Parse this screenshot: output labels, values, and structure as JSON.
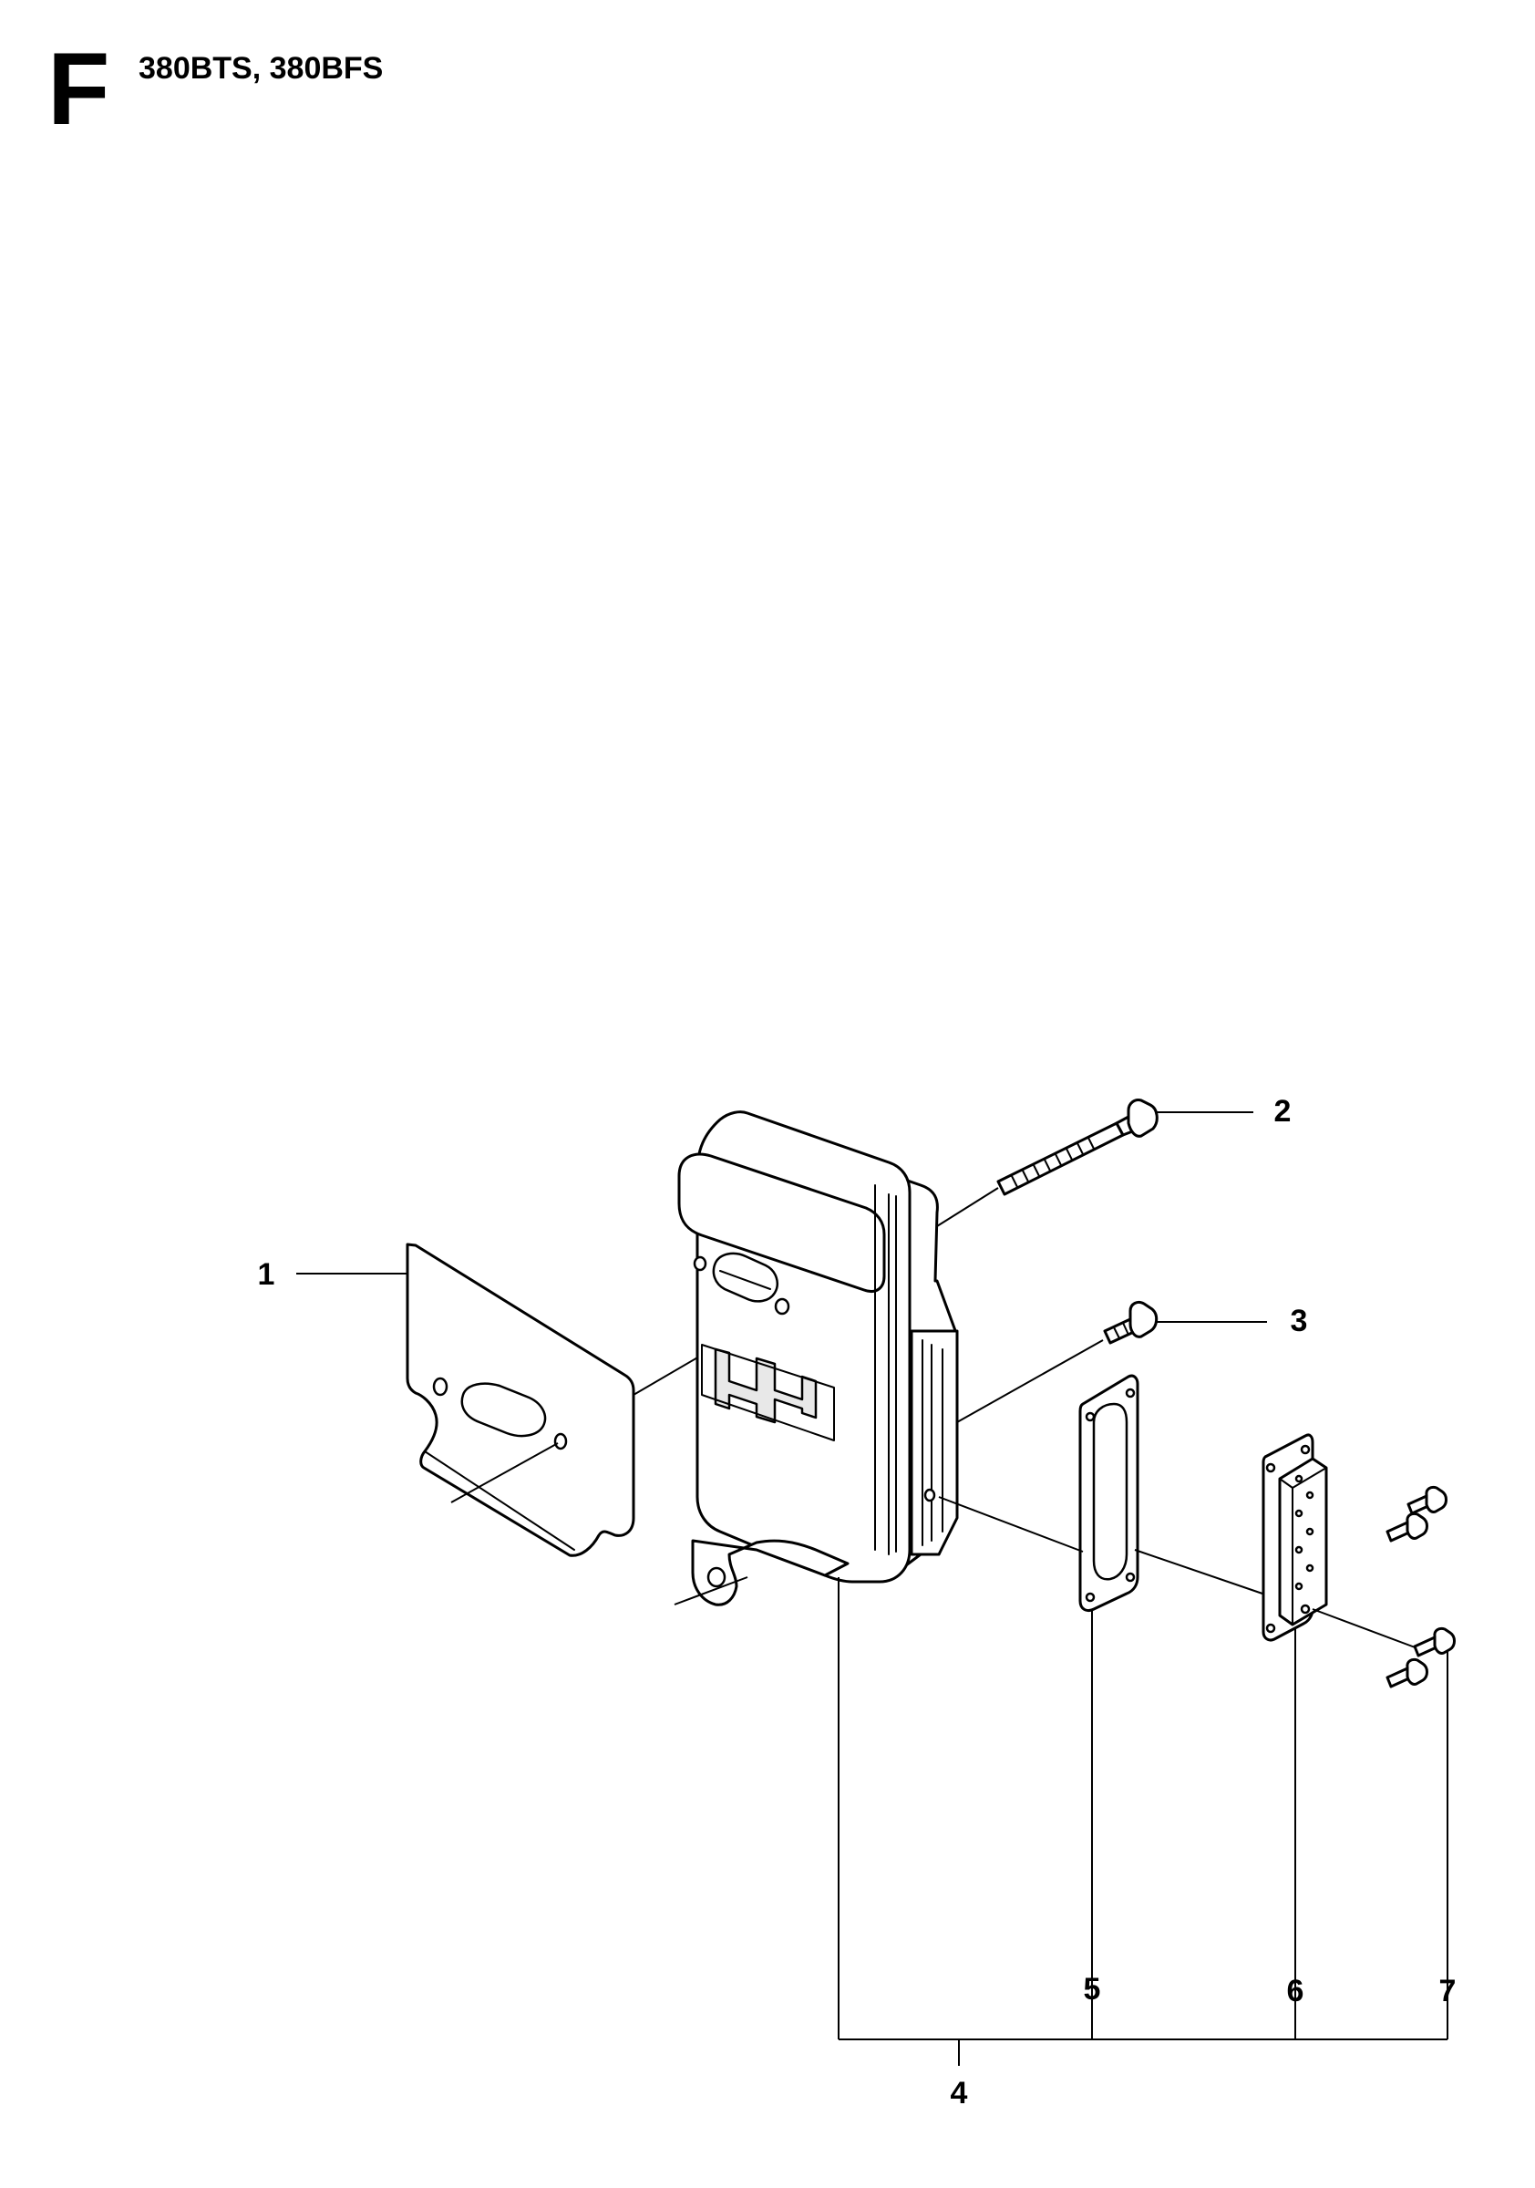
{
  "header": {
    "section_letter": "F",
    "models": "380BTS, 380BFS"
  },
  "diagram": {
    "callouts": [
      {
        "id": "1",
        "label": "1"
      },
      {
        "id": "2",
        "label": "2"
      },
      {
        "id": "3",
        "label": "3"
      },
      {
        "id": "4",
        "label": "4"
      },
      {
        "id": "5",
        "label": "5"
      },
      {
        "id": "6",
        "label": "6"
      },
      {
        "id": "7",
        "label": "7"
      }
    ]
  }
}
